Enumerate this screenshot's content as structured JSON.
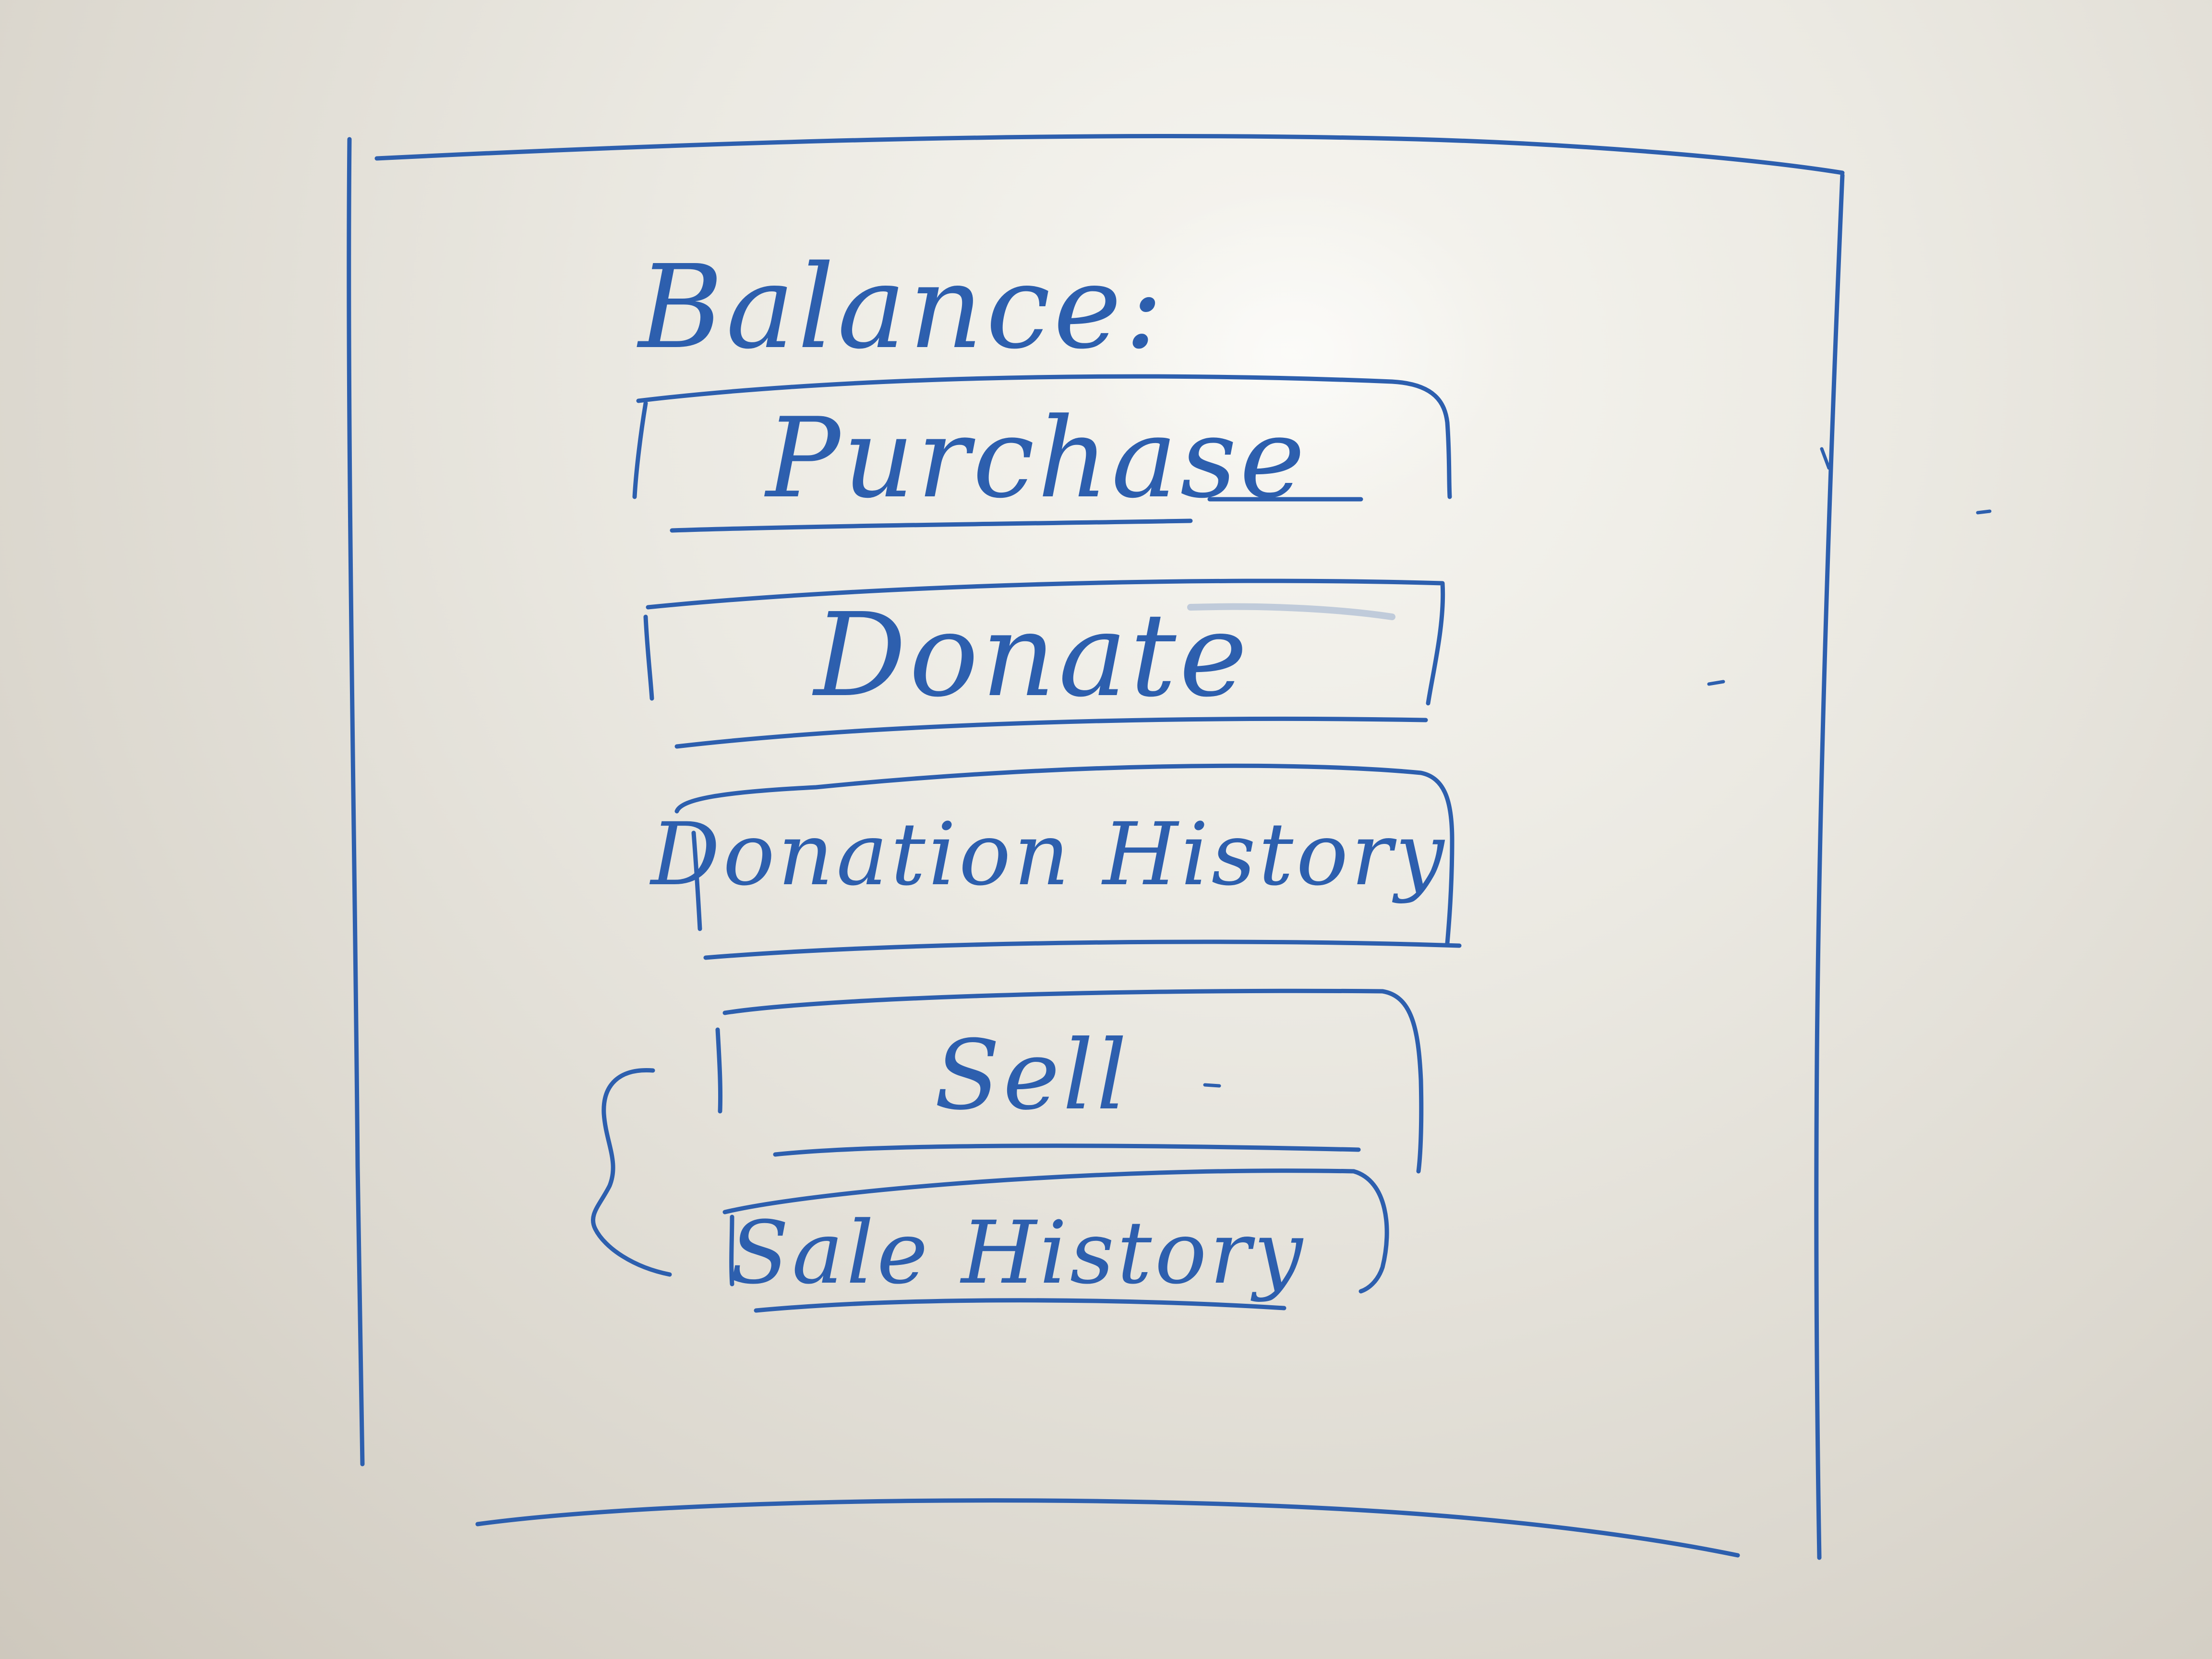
{
  "sketch": {
    "balance_label": "Balance:",
    "buttons": {
      "purchase": "Purchase",
      "donate": "Donate",
      "donation_history": "Donation History",
      "sell": "Sell",
      "sale_history": "Sale History"
    }
  },
  "colors": {
    "marker_ink": "#2d5fae",
    "whiteboard": "#e8e6df"
  }
}
